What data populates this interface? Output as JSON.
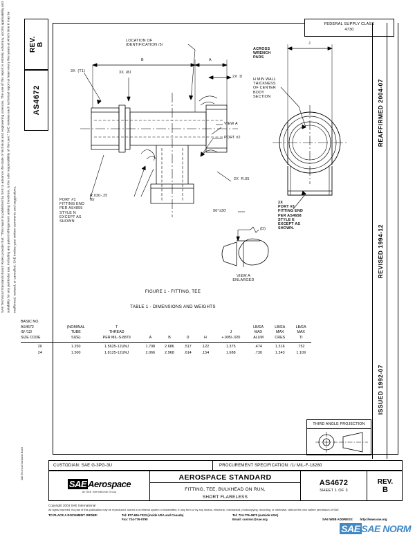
{
  "document": {
    "standard_number": "AS4672",
    "revision_label": "REV.",
    "revision": "B",
    "federal_supply_class_label": "FEDERAL SUPPLY CLASS",
    "federal_supply_class": "4730",
    "figure_caption": "FIGURE 1 - FITTING, TEE",
    "table_caption": "TABLE 1 - DIMENSIONS AND WEIGHTS"
  },
  "side_tabs": {
    "rev_tab": "REV.\nB",
    "doc_tab": "AS4672"
  },
  "date_rail": [
    {
      "name": "reaffirmed",
      "text": "REAFFIRMED 2004-07"
    },
    {
      "name": "revised",
      "text": "REVISED 1994-12"
    },
    {
      "name": "issued",
      "text": "ISSUED 1992-07"
    }
  ],
  "disclaimer": "SAE Technical Standards Board Rules provide that: “This report is published by SAE to advance the state of technical and engineering sciences. The use of this report is entirely voluntary, and its applicability and suitability for any particular use, including any patent infringement arising therefrom, is the sole responsibility of the user.”    SAE reviews each technical report at least every five years at which time it may be reaffirmed, revised, or cancelled. SAE invites your written comments and suggestions.",
  "drawing": {
    "annotations": [
      {
        "name": "note-location-id",
        "text": "LOCATION OF\nIDENTIFICATION  /5/"
      },
      {
        "name": "note-3x-t1",
        "text": "3X  (T1)"
      },
      {
        "name": "note-3x-dia-j",
        "text": "3X  ØJ"
      },
      {
        "name": "dim-b",
        "text": "B"
      },
      {
        "name": "dim-a",
        "text": "A"
      },
      {
        "name": "note-2x-d",
        "text": "2X  D"
      },
      {
        "name": "note-radius",
        "text": "R.030-.25\n/6/"
      },
      {
        "name": "note-2x-r",
        "text": "2X  R.05"
      },
      {
        "name": "note-port1",
        "text": "PORT #1\nFITTING END\nPER AS4859\nSTYLE N\nEXCEPT AS\nSHOWN"
      },
      {
        "name": "note-view-a",
        "text": "VIEW A"
      },
      {
        "name": "note-port2",
        "text": "PORT #2"
      },
      {
        "name": "note-90deg",
        "text": "90°±30'"
      },
      {
        "name": "note-id",
        "text": "(D)"
      },
      {
        "name": "note-view-a-enlarged",
        "text": "VIEW A\nENLARGED"
      },
      {
        "name": "note-across-wrench-pads",
        "text": "ACROSS\nWRENCH\nPADS"
      },
      {
        "name": "dim-j",
        "text": "J"
      },
      {
        "name": "note-min-wall",
        "text": "H MIN WALL\nTHICKNESS\nOF CENTER\nBODY\nSECTION"
      },
      {
        "name": "note-port3",
        "text": "2X\nPORT #3\nFITTING END\nPER AS4658\nSTYLE E\nEXCEPT AS\nSHOWN."
      }
    ]
  },
  "table": {
    "columns": [
      {
        "key": "size_code",
        "header": "BASIC NO.\nAS4672\n/9/ /12/\nSIZE CODE"
      },
      {
        "key": "tube_size",
        "header": "(NOMINAL\nTUBE\nSIZE)"
      },
      {
        "key": "thread",
        "header": "T\nTHREAD\nPER MIL-S-8879"
      },
      {
        "key": "a",
        "header": "A"
      },
      {
        "key": "b",
        "header": "B"
      },
      {
        "key": "d",
        "header": "D"
      },
      {
        "key": "h",
        "header": "H"
      },
      {
        "key": "j",
        "header": "J\n+.005/-.020"
      },
      {
        "key": "lb_alum",
        "header": "LB/EA\nMAX\nALUM"
      },
      {
        "key": "lb_cres",
        "header": "LB/EA\nMAX\nCRES"
      },
      {
        "key": "lb_ti",
        "header": "LB/EA\nMAX\nTI"
      }
    ],
    "rows": [
      {
        "size_code": "20",
        "tube_size": "1.250",
        "thread": "1.5625-12UNJ",
        "a": "1.798",
        "b": "2.686",
        "d": ".517",
        "h": ".122",
        "j": "1.375",
        "lb_alum": ".474",
        "lb_cres": "1.316",
        "lb_ti": ".752"
      },
      {
        "size_code": "24",
        "tube_size": "1.500",
        "thread": "1.8125-12UNJ",
        "a": "2.066",
        "b": "2.968",
        "d": ".614",
        "h": ".154",
        "j": "1.688",
        "lb_alum": ".730",
        "lb_cres": "1.343",
        "lb_ti": "1.109"
      }
    ]
  },
  "third_angle_projection": {
    "title": "THIRD ANGLE PROJECTION"
  },
  "title_block": {
    "custodian": "CUSTODIAN: SAE G-3PG-3U",
    "procurement_specification": "PROCUREMENT SPECIFICATION: /1/ MIL-F-18280",
    "aerospace_standard": "AEROSPACE STANDARD",
    "description_line1": "FITTING, TEE, BULKHEAD ON RUN,",
    "description_line2": "SHORT FLARELESS",
    "standard_number": "AS4672",
    "sheet": "SHEET 1 OF 3",
    "revision_label": "REV.",
    "revision": "B",
    "logo_main": "Aerospace",
    "logo_mark": "SAE",
    "logo_sub": "An SAE International Group"
  },
  "footer": {
    "copyright": "Copyright 2004 SAE International",
    "rights": "All rights reserved. No part of this publication may be reproduced, stored in a retrieval system or transmitted, in any form or by any means, electronic, mechanical, photocopying, recording, or otherwise, without the prior written permission of SAE.",
    "order_label": "TO PLACE A DOCUMENT ORDER:",
    "tel_inside": "Tel:  877-606-7323 (inside USA and Canada)",
    "tel_outside": "Tel:  724-776-4970 (outside USA)",
    "fax": "Fax:  724-776-0790",
    "email": "Email:  custsvc@sae.org",
    "web_label": "SAE WEB ADDRESS:",
    "web_url": "http://www.sae.org",
    "watermark": "SAE NORM",
    "watermark_mark": "SAE",
    "left_vertical": "SAE Technical Standards Board"
  },
  "colors": {
    "ink": "#000000",
    "watermark_blue": "#2f7fc1",
    "paper": "#ffffff"
  }
}
